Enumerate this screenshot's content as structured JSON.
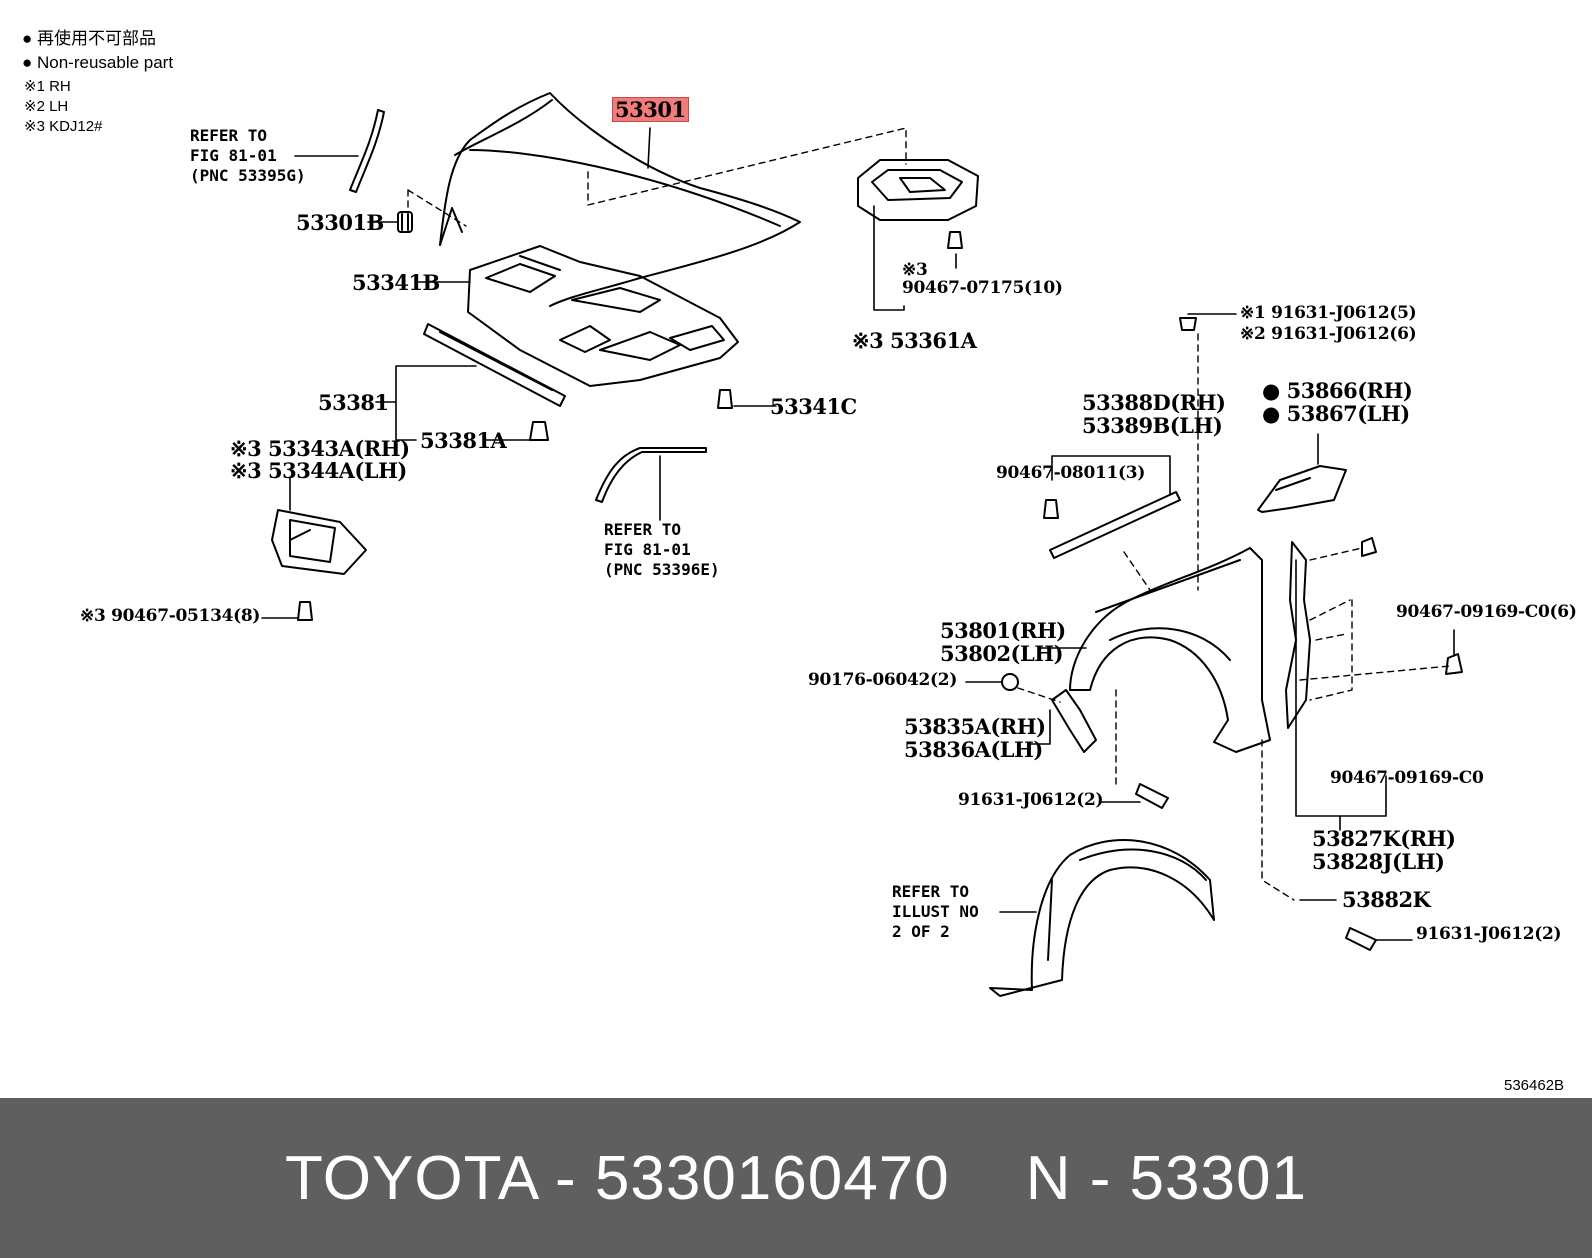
{
  "legend": {
    "line1": "● 再使用不可部品",
    "line2": "● Non-reusable part",
    "note1": "※1 RH",
    "note2": "※2 LH",
    "note3": "※3 KDJ12#"
  },
  "callouts": {
    "p53301": "53301",
    "p53301B": "53301B",
    "p53341B": "53341B",
    "p53381": "53381",
    "p53381A": "53381A",
    "p53341C": "53341C",
    "p53343A": "※3 53343A(RH)",
    "p53344A": "※3 53344A(LH)",
    "p90467_05134": "※3 90467-05134(8)",
    "p53361A": "※3 53361A",
    "p90467_07175_mark": "※3",
    "p90467_07175": "90467-07175(10)",
    "p91631_5": "※1 91631-J0612(5)",
    "p91631_6": "※2 91631-J0612(6)",
    "p53866": "● 53866(RH)",
    "p53867": "● 53867(LH)",
    "p53388D": "53388D(RH)",
    "p53389B": "53389B(LH)",
    "p90467_08011": "90467-08011(3)",
    "p90467_09169_6": "90467-09169-C0(6)",
    "p53801": "53801(RH)",
    "p53802": "53802(LH)",
    "p90176": "90176-06042(2)",
    "p53835A": "53835A(RH)",
    "p53836A": "53836A(LH)",
    "p91631_2a": "91631-J0612(2)",
    "p90467_09169": "90467-09169-C0",
    "p53827K": "53827K(RH)",
    "p53828J": "53828J(LH)",
    "p53882K": "53882K",
    "p91631_2b": "91631-J0612(2)"
  },
  "references": {
    "ref1": "REFER TO\nFIG 81-01\n(PNC 53395G)",
    "ref2": "REFER TO\nFIG 81-01\n(PNC 53396E)",
    "ref3": "REFER TO\nILLUST NO\n2 OF 2"
  },
  "figure_code": "536462B",
  "footer": {
    "brand_part": "TOYOTA - 5330160470",
    "pnc": "N - 53301"
  },
  "colors": {
    "highlight": "#f07c7c",
    "footer_bg": "#5f5f5f",
    "footer_text": "#ffffff",
    "line": "#000000"
  }
}
